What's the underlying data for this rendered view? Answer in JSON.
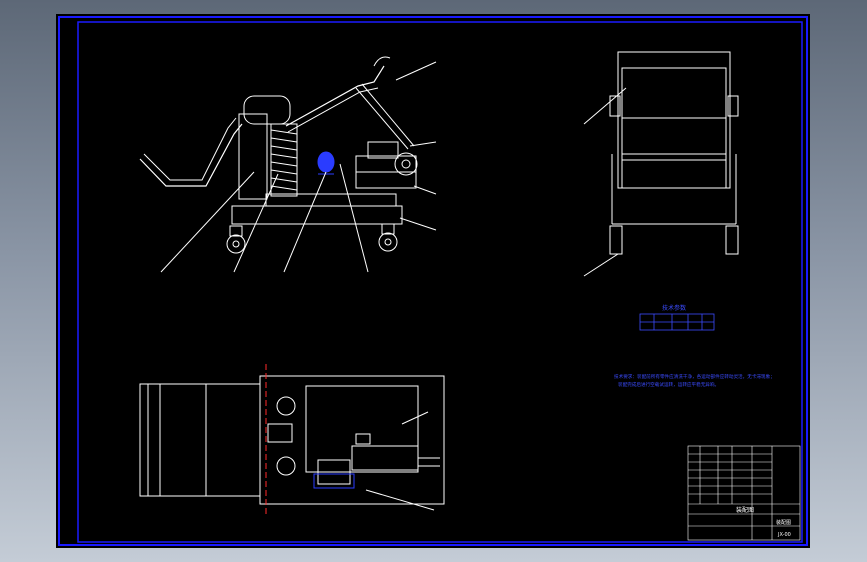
{
  "drawing": {
    "title_block_heading": "装配图",
    "title_block_name": "装配图",
    "drawing_no": "JX-00",
    "requirement_lines": [
      "技术要求：装配前所有零件应清洗干净，各运动部件应转动灵活，无卡滞现象；",
      "装配完成后进行空载试运转，运转应平稳无异响。"
    ],
    "table_heading": "技术参数",
    "colors": {
      "background": "#000000",
      "frame": "#1a1aff",
      "lines": "#ffffff",
      "highlight": "#2a3cff",
      "annotation": "#3b4cff",
      "red_center": "#ff2a2a"
    }
  }
}
